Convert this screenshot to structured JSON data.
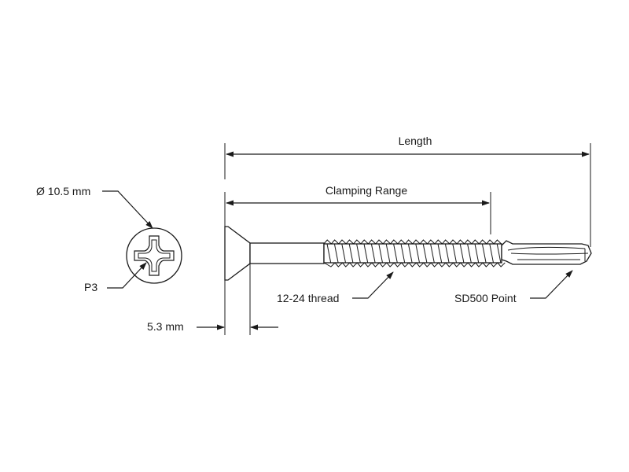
{
  "labels": {
    "length": "Length",
    "clamping_range": "Clamping Range",
    "head_diameter": "Ø 10.5 mm",
    "drive": "P3",
    "head_height": "5.3 mm",
    "thread": "12-24 thread",
    "point": "SD500 Point"
  },
  "colors": {
    "line": "#1a1a1a",
    "background": "#ffffff"
  }
}
